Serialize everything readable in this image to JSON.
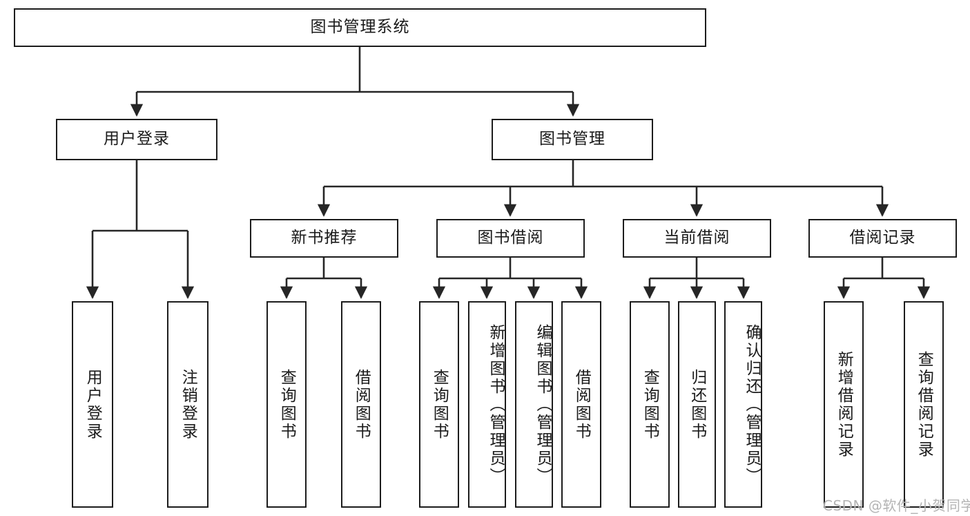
{
  "diagram": {
    "title": "图书管理系统",
    "type": "tree-hierarchy-diagram",
    "colors": {
      "box_border": "#1c1c1c",
      "box_fill": "#ffffff",
      "edge": "#262626",
      "text": "#1a1a1a",
      "watermark": "#b4b4b4",
      "background": "#ffffff"
    },
    "root": {
      "label": "图书管理系统"
    },
    "level1": [
      {
        "label": "用户登录"
      },
      {
        "label": "图书管理"
      }
    ],
    "level2": [
      {
        "label": "新书推荐"
      },
      {
        "label": "图书借阅"
      },
      {
        "label": "当前借阅"
      },
      {
        "label": "借阅记录"
      }
    ],
    "leaves": {
      "user_login": [
        {
          "label": "用户登录",
          "align": "center"
        },
        {
          "label": "注销登录",
          "align": "center"
        }
      ],
      "new_book_recommend": [
        {
          "label": "查询图书",
          "align": "center"
        },
        {
          "label": "借阅图书",
          "align": "center"
        }
      ],
      "book_borrow": [
        {
          "label": "查询图书",
          "align": "center"
        },
        {
          "label": "新增图书（管理员）",
          "align": "top"
        },
        {
          "label": "编辑图书（管理员）",
          "align": "top"
        },
        {
          "label": "借阅图书",
          "align": "center"
        }
      ],
      "current_borrow": [
        {
          "label": "查询图书",
          "align": "center"
        },
        {
          "label": "归还图书",
          "align": "center"
        },
        {
          "label": "确认归还（管理员）",
          "align": "top"
        }
      ],
      "borrow_record": [
        {
          "label": "新增借阅记录",
          "align": "center"
        },
        {
          "label": "查询借阅记录",
          "align": "center"
        }
      ]
    },
    "watermark": "CSDN @软件_小贺同学"
  }
}
